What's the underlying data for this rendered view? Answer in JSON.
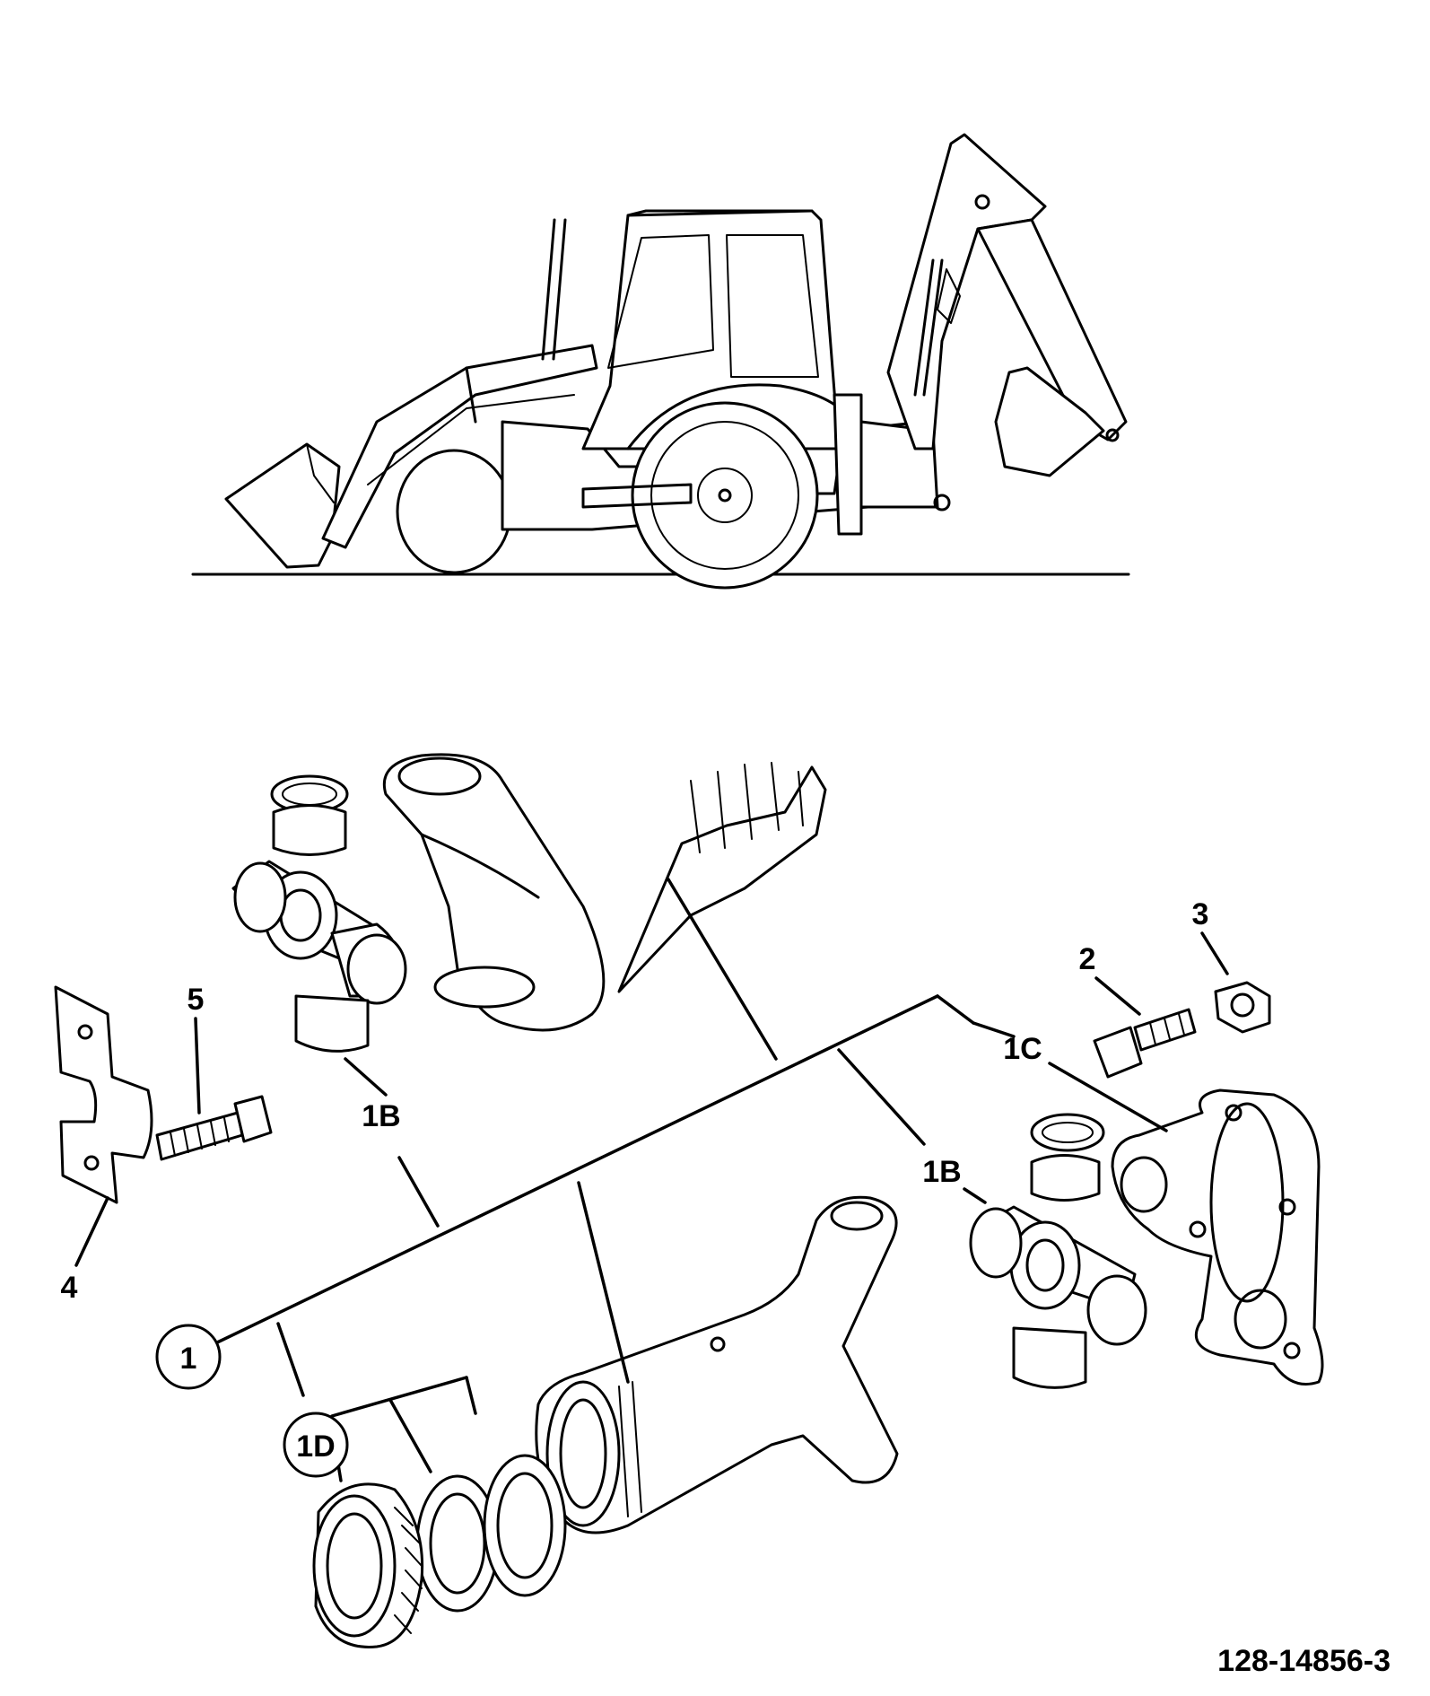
{
  "drawing_number": "128-14856-3",
  "callouts": {
    "c1": "1",
    "c1b_left": "1B",
    "c1b_right": "1B",
    "c1c": "1C",
    "c1d": "1D",
    "c2": "2",
    "c3": "3",
    "c4": "4",
    "c5": "5"
  },
  "colors": {
    "ink": "#000000",
    "paper": "#ffffff"
  }
}
